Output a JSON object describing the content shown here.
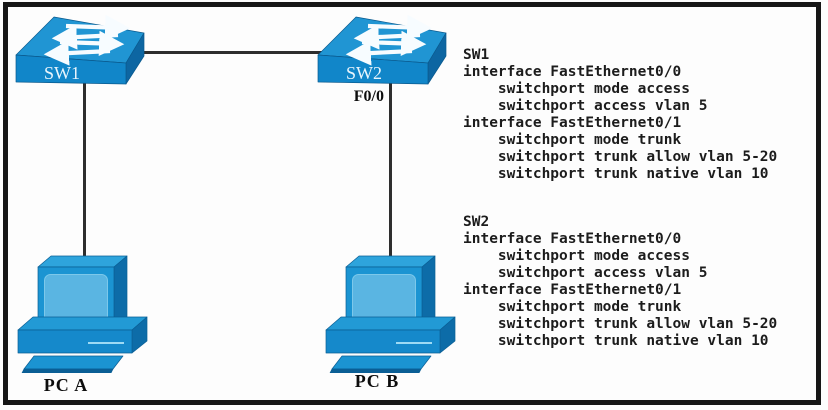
{
  "diagram": {
    "devices": [
      {
        "id": "sw1",
        "type": "switch",
        "label": "SW1"
      },
      {
        "id": "sw2",
        "type": "switch",
        "label": "SW2"
      },
      {
        "id": "pca",
        "type": "pc",
        "label": "PC A"
      },
      {
        "id": "pcb",
        "type": "pc",
        "label": "PC B"
      }
    ],
    "links": [
      {
        "from": "SW1",
        "to": "SW2"
      },
      {
        "from": "SW1",
        "to": "PC A"
      },
      {
        "from": "SW2",
        "to": "PC B",
        "port": "F0/0"
      }
    ],
    "port_label": "F0/0"
  },
  "configs": [
    {
      "device": "SW1",
      "lines": [
        "SW1",
        "interface FastEthernet0/0",
        "    switchport mode access",
        "    switchport access vlan 5",
        "interface FastEthernet0/1",
        "    switchport mode trunk",
        "    switchport trunk allow vlan 5-20",
        "    switchport trunk native vlan 10"
      ]
    },
    {
      "device": "SW2",
      "lines": [
        "SW2",
        "interface FastEthernet0/0",
        "    switchport mode access",
        "    switchport access vlan 5",
        "interface FastEthernet0/1",
        "    switchport mode trunk",
        "    switchport trunk allow vlan 5-20",
        "    switchport trunk native vlan 10"
      ]
    }
  ],
  "colors": {
    "device_top": "#2095d3",
    "device_front": "#1b94d2",
    "device_side": "#0d6ca8",
    "screen": "#5ab5e2",
    "link_line": "#2e2e2e",
    "frame_border": "#161616",
    "text": "#1c1c1c"
  }
}
